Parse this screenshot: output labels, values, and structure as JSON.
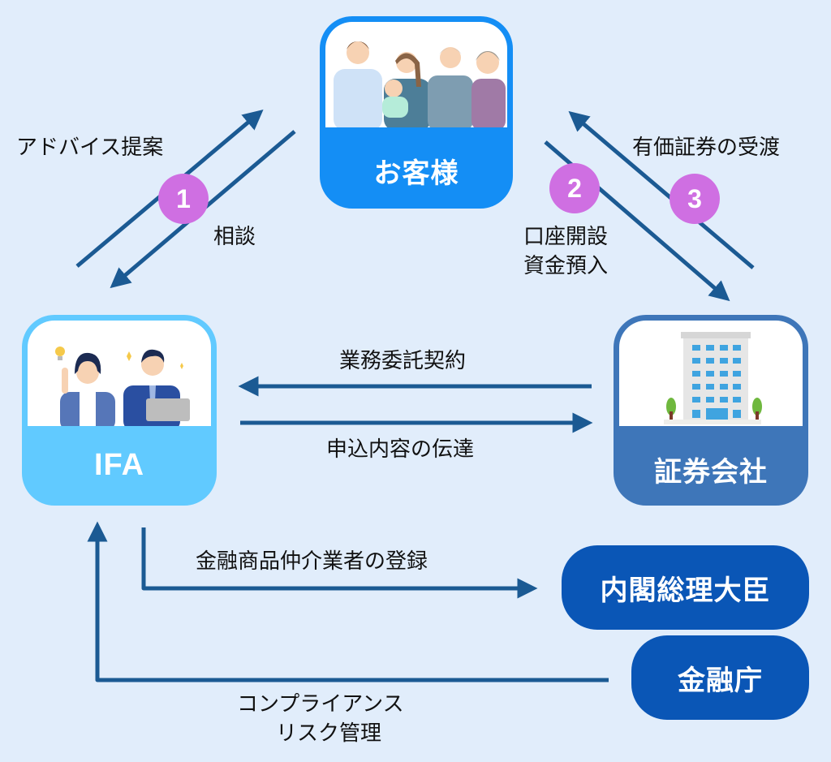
{
  "diagram": {
    "nodes": {
      "customer": {
        "label": "お客様",
        "image": "family-illustration",
        "color": "#148ef5"
      },
      "ifa": {
        "label": "IFA",
        "image": "advisors-illustration",
        "color": "#61caff"
      },
      "securities": {
        "label": "証券会社",
        "image": "office-building-illustration",
        "color": "#3e76b9"
      },
      "cabinet": {
        "label": "内閣総理大臣",
        "color": "#0a56b6"
      },
      "fsa": {
        "label": "金融庁",
        "color": "#0a56b6"
      }
    },
    "badges": [
      "1",
      "2",
      "3"
    ],
    "badge_color": "#cf6fe2",
    "arrow_color": "#1b5a93",
    "background": "#e1edfb",
    "edges": {
      "advice": "アドバイス提案",
      "consult": "相談",
      "account_line1": "口座開設",
      "account_line2": "資金預入",
      "delivery": "有価証券の受渡",
      "contract": "業務委託契約",
      "transmit": "申込内容の伝達",
      "registration": "金融商品仲介業者の登録",
      "compliance_line1": "コンプライアンス",
      "compliance_line2": "リスク管理"
    }
  }
}
